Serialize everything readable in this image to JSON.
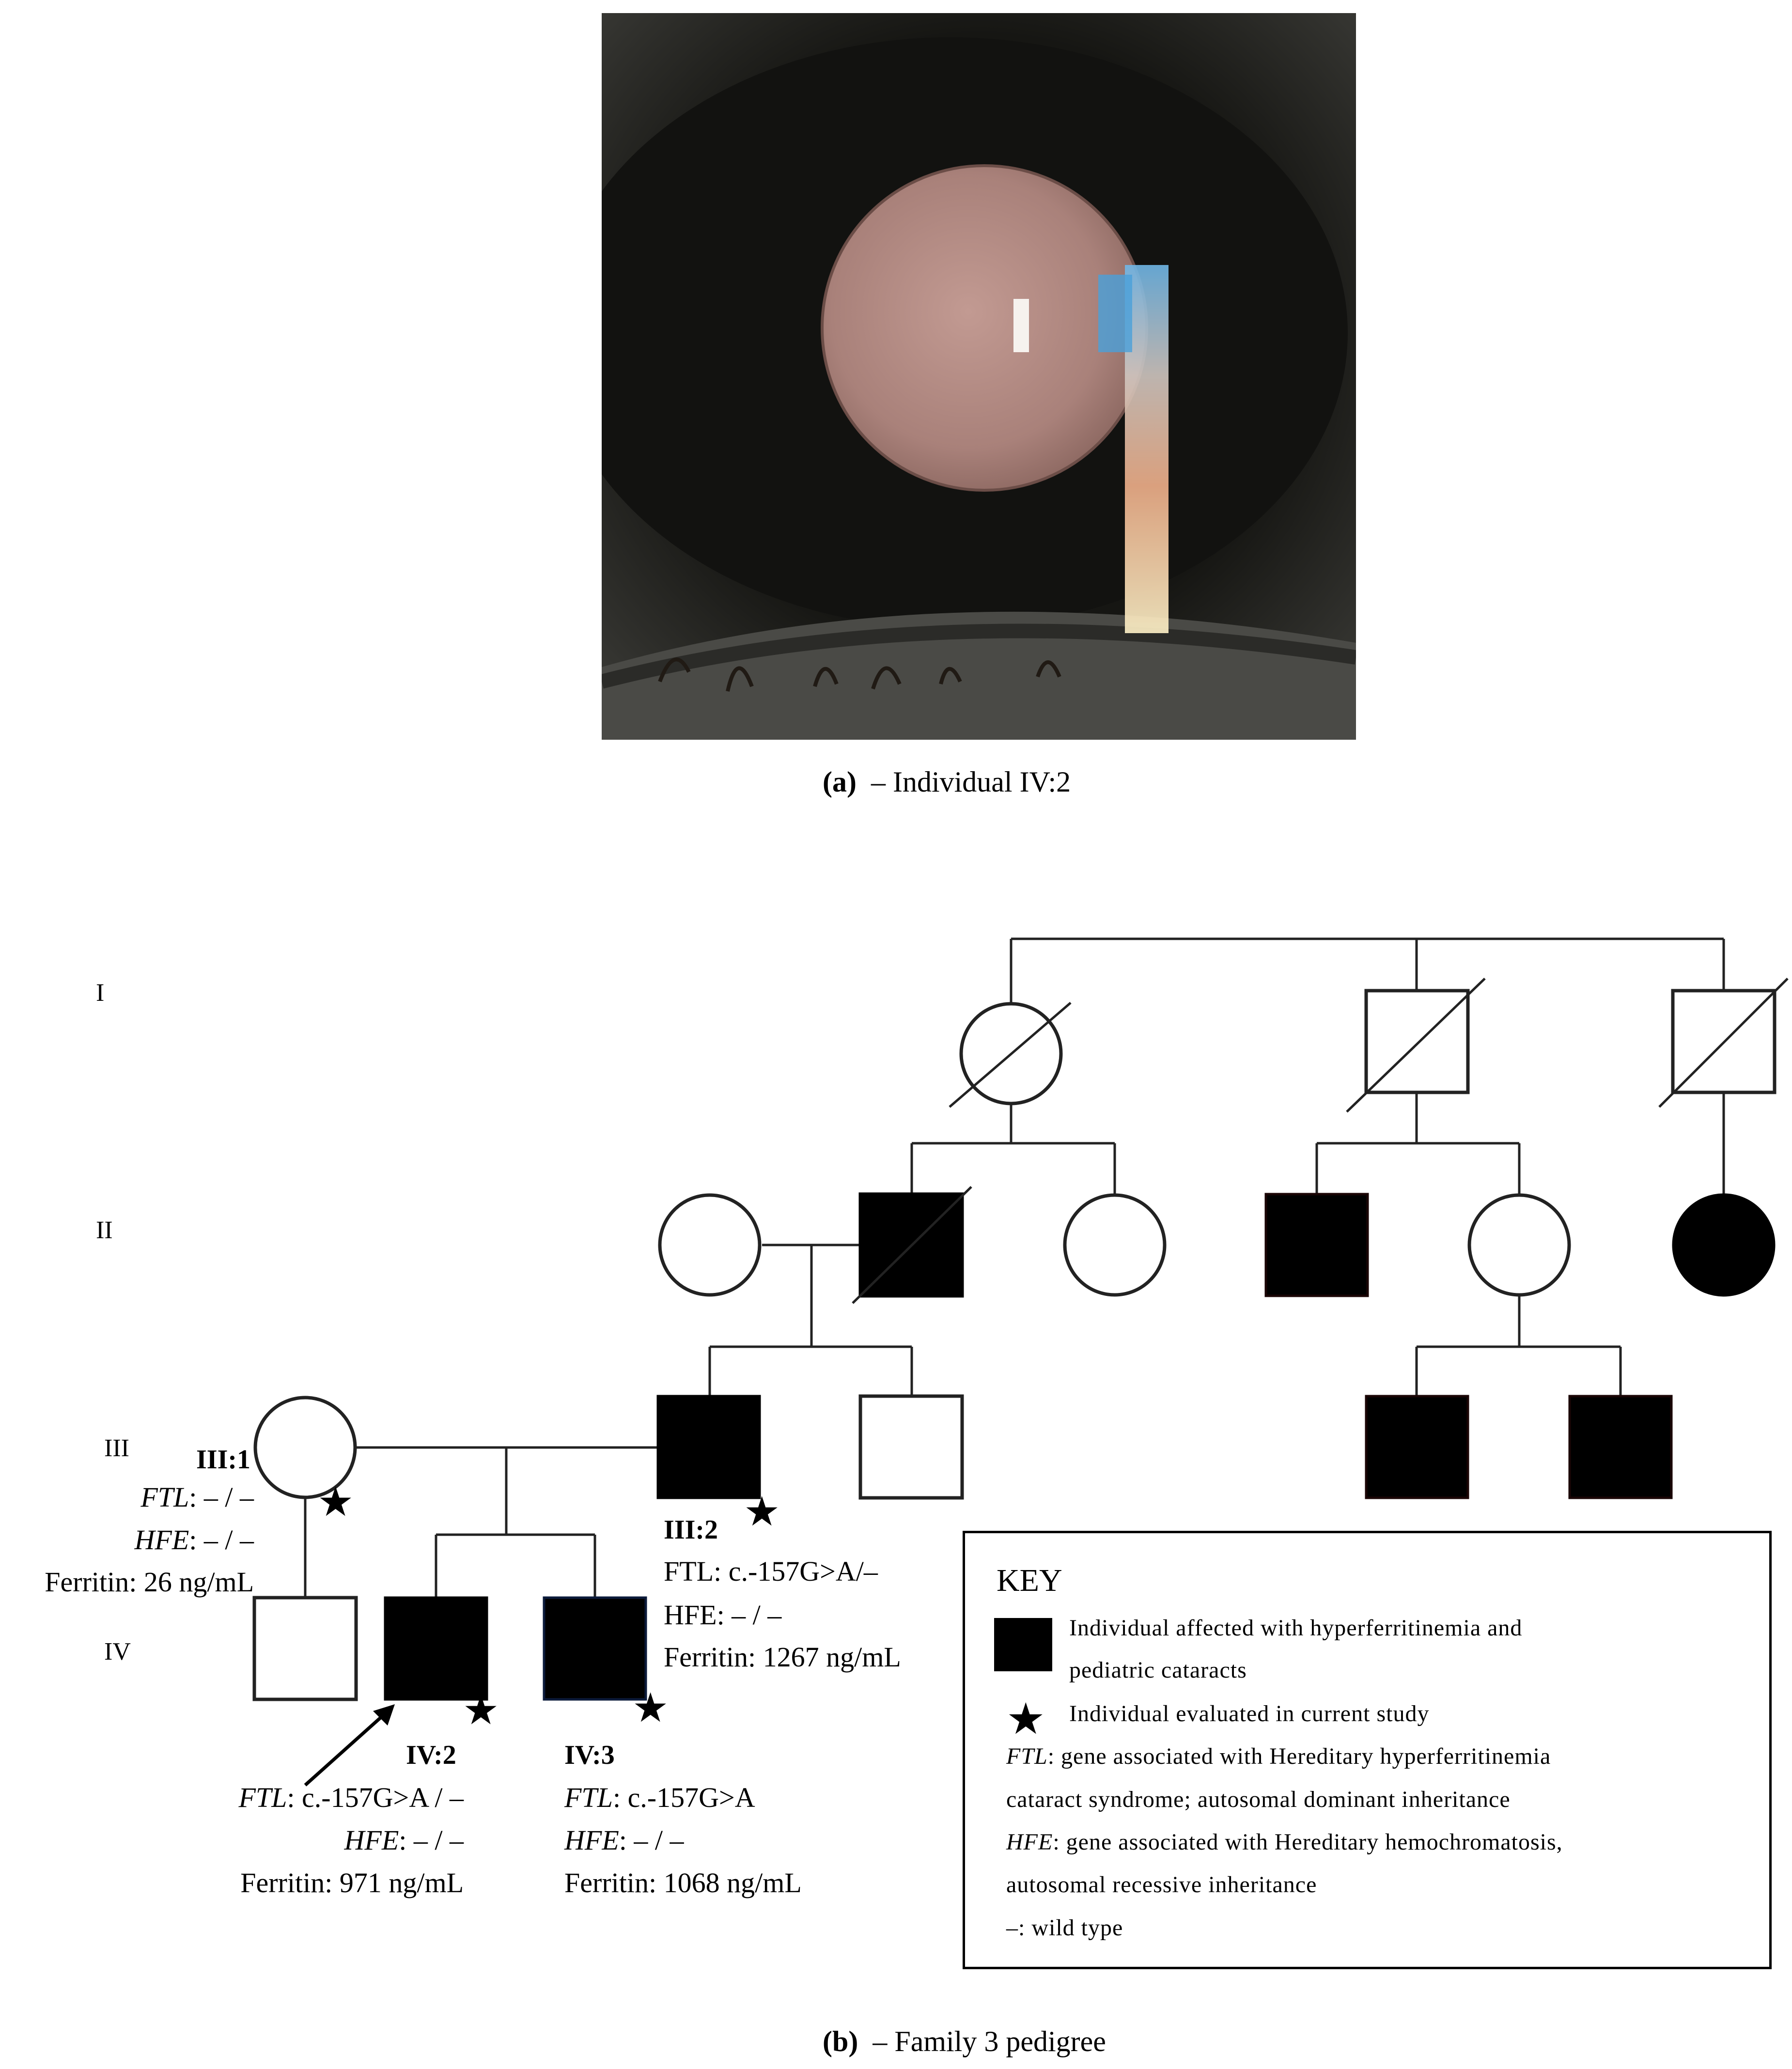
{
  "panel_a": {
    "caption_label": "(a)",
    "caption_text": "– Individual IV:2"
  },
  "panel_b": {
    "caption_label": "(b)",
    "caption_text": "– Family 3 pedigree",
    "generations": [
      "I",
      "II",
      "III",
      "IV"
    ],
    "individuals": {
      "III1": {
        "id": "III:1",
        "ftl_label": "FTL",
        "ftl_value": ": – / –",
        "hfe_label": "HFE",
        "hfe_value": ": – / –",
        "ferritin": "Ferritin: 26 ng/mL"
      },
      "III2": {
        "id": "III:2",
        "ftl": "FTL: c.-157G>A/–",
        "hfe": "HFE: – / –",
        "ferritin": "Ferritin: 1267 ng/mL"
      },
      "IV2": {
        "id": "IV:2",
        "ftl_label": "FTL",
        "ftl_value": ": c.-157G>A / –",
        "hfe_label": "HFE",
        "hfe_value": ": – / –",
        "ferritin": "Ferritin: 971 ng/mL"
      },
      "IV3": {
        "id": "IV:3",
        "ftl_label": "FTL",
        "ftl_value": ": c.-157G>A",
        "hfe_label": "HFE",
        "hfe_value": ": – / –",
        "ferritin": "Ferritin: 1068 ng/mL"
      }
    },
    "key": {
      "title": "KEY",
      "affected_line1": "Individual affected with hyperferritinemia and",
      "affected_line2": "pediatric cataracts",
      "evaluated": "Individual evaluated in current study",
      "ftl_label": "FTL",
      "ftl_line1": ":  gene  associated  with  Hereditary  hyperferritinemia",
      "ftl_line2": "cataract syndrome; autosomal dominant inheritance",
      "hfe_label": "HFE",
      "hfe_line1": ":  gene  associated  with  Hereditary  hemochromatosis,",
      "hfe_line2": "autosomal recessive inheritance",
      "wildtype": "–:  wild type"
    }
  },
  "colors": {
    "affected": "#000000",
    "unaffected": "#ffffff",
    "line": "#222222"
  }
}
